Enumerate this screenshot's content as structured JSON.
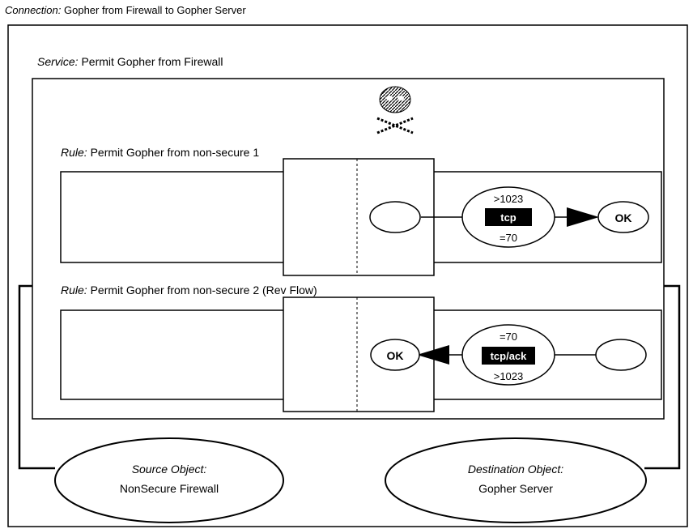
{
  "connection": {
    "prefix": "Connection:",
    "text": " Gopher from Firewall to Gopher Server"
  },
  "service": {
    "prefix": "Service:",
    "text": " Permit Gopher from Firewall"
  },
  "rule1": {
    "prefix": "Rule:",
    "text": " Permit Gopher from non-secure 1",
    "port_top": ">1023",
    "protocol": "tcp",
    "port_bottom": "=70",
    "result": "OK"
  },
  "rule2": {
    "prefix": "Rule:",
    "text": " Permit Gopher from non-secure 2 (Rev Flow)",
    "port_top": "=70",
    "protocol": "tcp/ack",
    "port_bottom": ">1023",
    "result": "OK"
  },
  "source_object": {
    "label": "Source Object:",
    "name": "NonSecure Firewall"
  },
  "destination_object": {
    "label": "Destination Object:",
    "name": "Gopher Server"
  },
  "icons": {
    "service_icon": "skull-crossbones-icon"
  }
}
